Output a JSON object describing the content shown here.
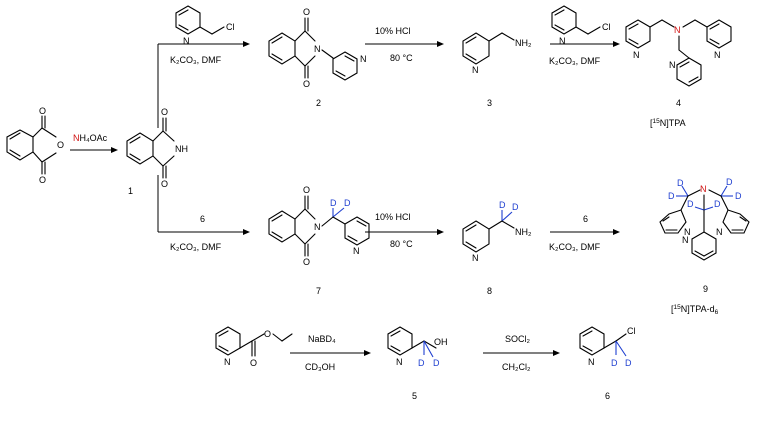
{
  "reagents": {
    "nh4oac_n": "N",
    "nh4oac_rest": "H₄OAc",
    "r1_base": "K₂CO₃, DMF",
    "r2_top": "10% HCl",
    "r2_bottom": "80 °C",
    "r3_base": "K₂CO₃, DMF",
    "r4_top": "6",
    "r4_base": "K₂CO₃, DMF",
    "r5_top": "10% HCl",
    "r5_bottom": "80 °C",
    "r6_top": "6",
    "r6_base": "K₂CO₃, DMF",
    "r7_top": "NaBD₄",
    "r7_bottom": "CD₃OH",
    "r8_top": "SOCl₂",
    "r8_bottom": "CH₂Cl₂"
  },
  "compounds": {
    "c1": "1",
    "c2": "2",
    "c3": "3",
    "c4": "4",
    "c4_name_pre": "[",
    "c4_name_sup": "15",
    "c4_name_post": "N]TPA",
    "c5": "5",
    "c6": "6",
    "c7": "7",
    "c8": "8",
    "c9": "9",
    "c9_name_pre": "[",
    "c9_name_sup": "15",
    "c9_name_post": "N]TPA-d",
    "c9_name_sub": "6"
  },
  "atoms": {
    "O": "O",
    "N": "N",
    "NH": "NH",
    "NH2": "NH₂",
    "Cl": "Cl",
    "OH": "OH",
    "D": "D"
  },
  "colors": {
    "isotope_n": "#d01010",
    "deuterium": "#1f3fd0"
  }
}
